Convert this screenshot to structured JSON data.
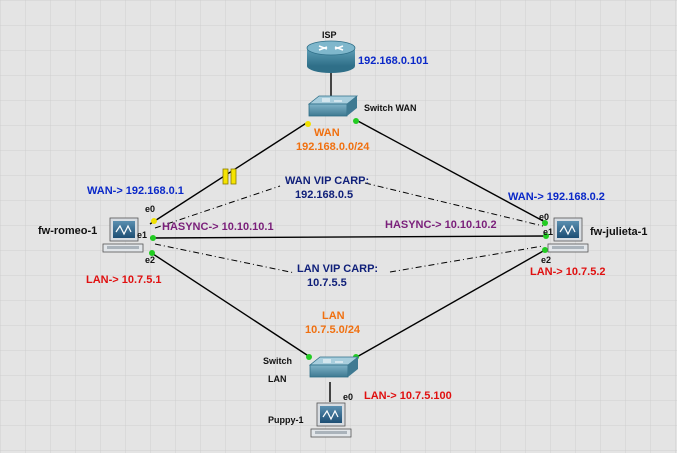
{
  "devices": {
    "isp": "ISP",
    "switch_wan": "Switch WAN",
    "fw_romeo": "fw-romeo-1",
    "fw_julieta": "fw-julieta-1",
    "switch_lan_line1": "Switch",
    "switch_lan_line2": "LAN",
    "puppy": "Puppy-1"
  },
  "labels": {
    "isp_ip": "192.168.0.101",
    "wan_net_name": "WAN",
    "wan_net_cidr": "192.168.0.0/24",
    "romeo_wan": "WAN-> 192.168.0.1",
    "julieta_wan": "WAN-> 192.168.0.2",
    "wan_vip_title": "WAN VIP CARP:",
    "wan_vip_ip": "192.168.0.5",
    "romeo_hasync": "HASYNC-> 10.10.10.1",
    "julieta_hasync": "HASYNC-> 10.10.10.2",
    "lan_vip_title": "LAN VIP CARP:",
    "lan_vip_ip": "10.7.5.5",
    "romeo_lan": "LAN-> 10.7.5.1",
    "julieta_lan": "LAN-> 10.7.5.2",
    "lan_net_name": "LAN",
    "lan_net_cidr": "10.7.5.0/24",
    "puppy_lan": "LAN-> 10.7.5.100"
  },
  "ports": {
    "romeo_e0": "e0",
    "romeo_e1": "e1",
    "romeo_e2": "e2",
    "julieta_e0": "e0",
    "julieta_e1": "e1",
    "julieta_e2": "e2",
    "puppy_e0": "e0"
  },
  "colors": {
    "background": "#e4e4e4",
    "grid": "#cfcfcf",
    "link": "#000000",
    "link_up": "#22cc22",
    "link_suspended": "#f0e000",
    "ip_blue": "#0a28c8",
    "lan_red": "#e01010",
    "network_orange": "#f07010",
    "hasync_purple": "#7a1f7a",
    "vip_navy": "#10207a"
  }
}
